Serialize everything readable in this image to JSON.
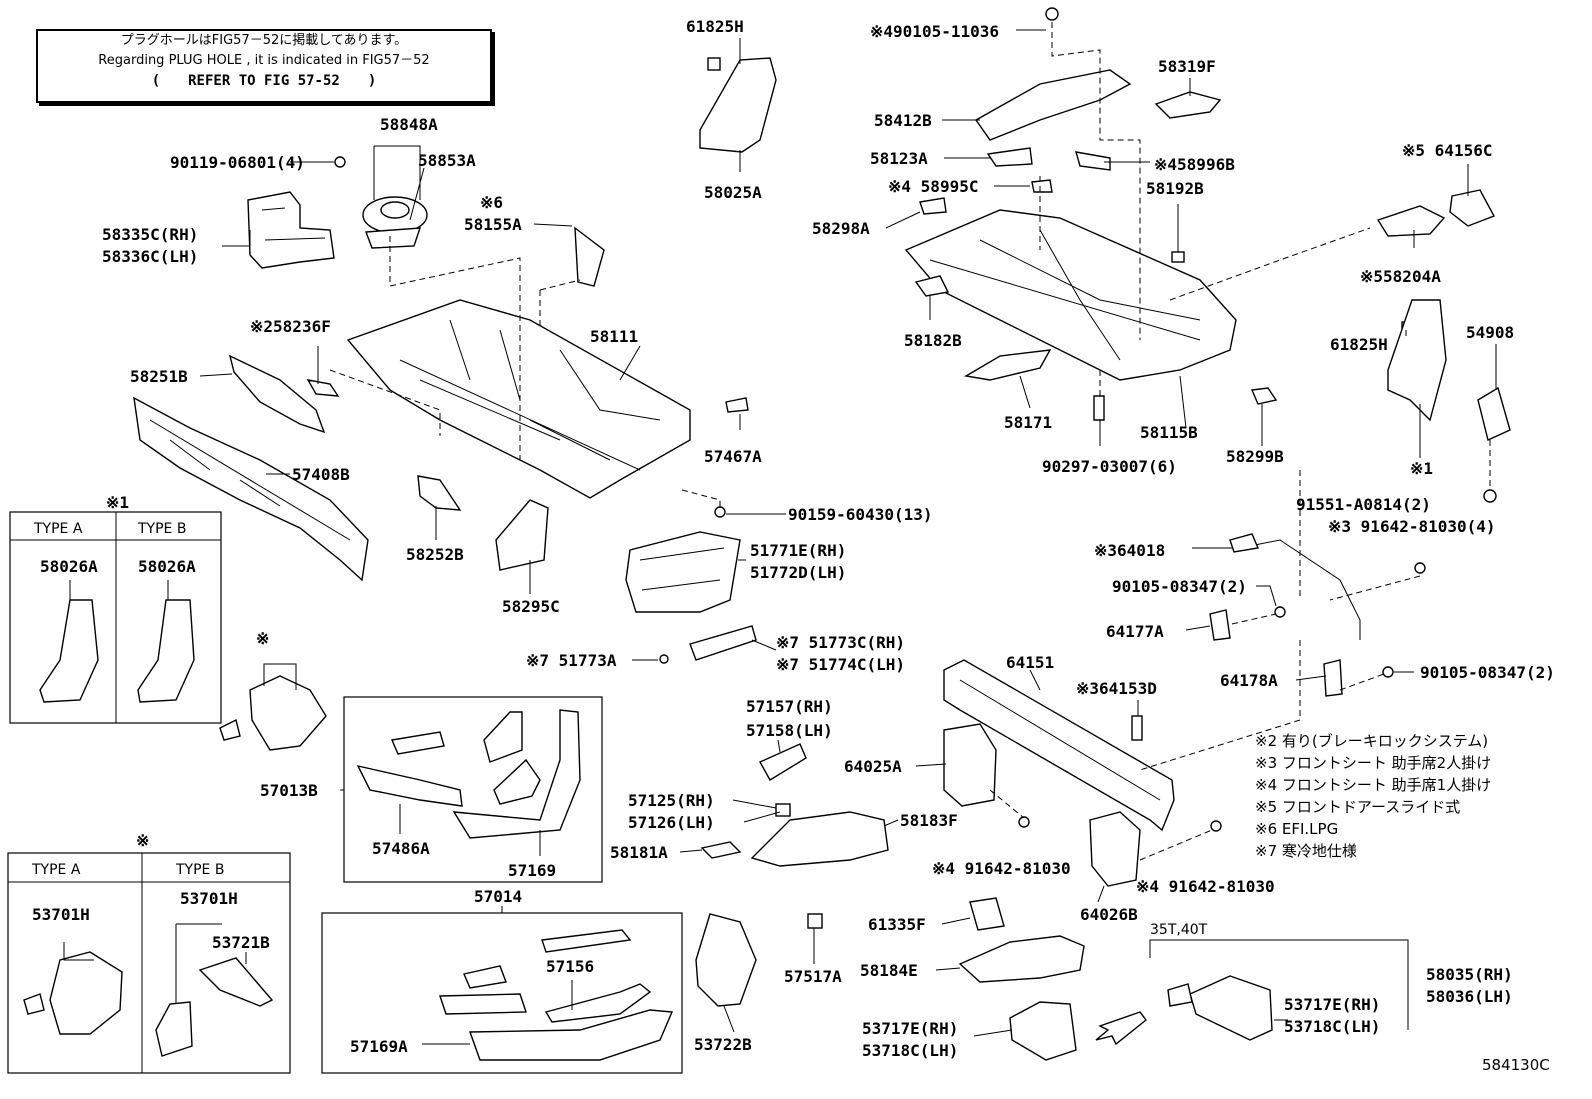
{
  "note": {
    "line1": "プラグホールはFIG57－52に掲載してあります。",
    "line2": "Regarding PLUG HOLE , it is indicated in FIG57－52",
    "line3": "(　　REFER TO FIG 57-52　　)"
  },
  "labels": {
    "p61825H_top": "61825H",
    "p58025A": "58025A",
    "p490105": "※490105-11036",
    "p58319F": "58319F",
    "p58412B": "58412B",
    "p58123A": "58123A",
    "p58996B": "※458996B",
    "p58995C": "※4 58995C",
    "p58192B": "58192B",
    "p64156C": "※5 64156C",
    "p58298A": "58298A",
    "p58204A": "※558204A",
    "p58182B": "58182B",
    "p61825H_r": "61825H",
    "p54908": "54908",
    "p58171": "58171",
    "p58115B": "58115B",
    "p90297": "90297-03007(6)",
    "p58299B": "58299B",
    "p_r1": "※1",
    "p91551": "91551-A0814(2)",
    "p91642_4": "※3 91642-81030(4)",
    "p64018": "※364018",
    "p90105a": "90105-08347(2)",
    "p64177A": "64177A",
    "p64178A": "64178A",
    "p90105b": "90105-08347(2)",
    "p64151": "64151",
    "p64153D": "※364153D",
    "p64025A": "64025A",
    "p58183F": "58183F",
    "p91642a": "※4 91642-81030",
    "p91642b": "※4 91642-81030",
    "p64026B": "64026B",
    "p61335F": "61335F",
    "p58184E": "58184E",
    "p57517A": "57517A",
    "p53717Ea": "53717E(RH)",
    "p53718Ca": "53718C(LH)",
    "p35T": "35T,40T",
    "p58035": "58035(RH)",
    "p58036": "58036(LH)",
    "p53717Eb": "53717E(RH)",
    "p53718Cb": "53718C(LH)",
    "p58848A": "58848A",
    "p90119": "90119-06801(4)",
    "p58853A": "58853A",
    "p58335C": "58335C(RH)",
    "p58336C": "58336C(LH)",
    "p58155A_x": "※6",
    "p58155A": "58155A",
    "p58236F": "※258236F",
    "p58111": "58111",
    "p58251B": "58251B",
    "p57467A": "57467A",
    "p57408B": "57408B",
    "p90159": "90159-60430(13)",
    "p51771E": "51771E(RH)",
    "p51772D": "51772D(LH)",
    "p58252B": "58252B",
    "p58295C": "58295C",
    "p51773C": "※7 51773C(RH)",
    "p51774C": "※7 51774C(LH)",
    "p51773A": "※7 51773A",
    "p_r1_left": "※1",
    "typeA_1": "TYPE A",
    "typeB_1": "TYPE B",
    "p58026A_a": "58026A",
    "p58026A_b": "58026A",
    "p_x_57013": "※",
    "p57013B": "57013B",
    "p57157": "57157(RH)",
    "p57158": "57158(LH)",
    "p57125": "57125(RH)",
    "p57126": "57126(LH)",
    "p58181A": "58181A",
    "p57486A": "57486A",
    "p57169": "57169",
    "p57014": "57014",
    "p57156": "57156",
    "p57169A": "57169A",
    "p53722B": "53722B",
    "p_x_type2": "※",
    "typeA_2": "TYPE  A",
    "typeB_2": "TYPE  B",
    "p53701H_a": "53701H",
    "p53701H_b": "53701H",
    "p53721B": "53721B"
  },
  "legend": [
    "※2 有り(ブレーキロックシステム)",
    "※3 フロントシート 助手席2人掛け",
    "※4 フロントシート 助手席1人掛け",
    "※5 フロントドアースライド式",
    "※6 EFI.LPG",
    "※7 寒冷地仕様"
  ],
  "figure_code": "584130C"
}
